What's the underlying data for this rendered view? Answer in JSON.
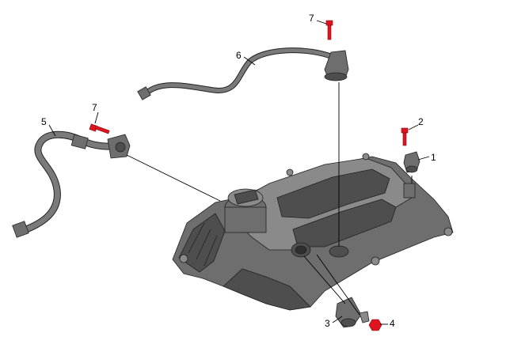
{
  "diagram": {
    "callouts": [
      {
        "id": "1",
        "text": "1"
      },
      {
        "id": "2",
        "text": "2"
      },
      {
        "id": "3",
        "text": "3"
      },
      {
        "id": "4",
        "text": "4"
      },
      {
        "id": "5",
        "text": "5"
      },
      {
        "id": "6",
        "text": "6"
      },
      {
        "id": "7a",
        "text": "7"
      },
      {
        "id": "7b",
        "text": "7"
      }
    ],
    "colors": {
      "housing": "#6e6e6e",
      "housing_dark": "#4e4e4e",
      "housing_light": "#8a8a8a",
      "fastener_highlight": "#e0141e",
      "line": "#000000"
    }
  }
}
